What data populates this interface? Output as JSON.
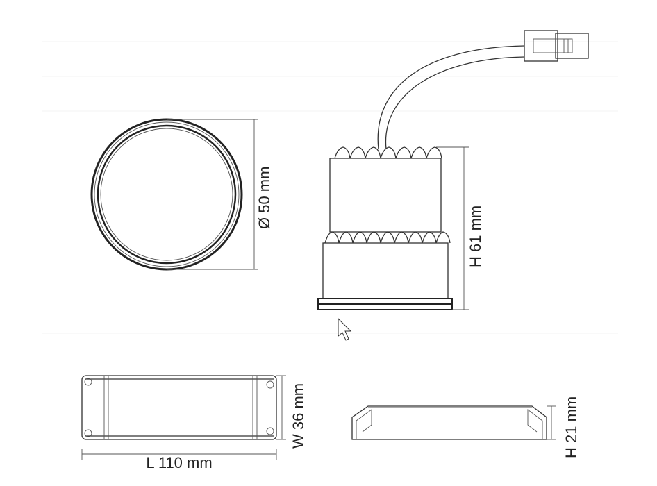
{
  "drawing": {
    "lamp_front_view": {
      "diameter_label": "Ø 50 mm"
    },
    "lamp_side_view": {
      "height_label": "H 61 mm"
    },
    "driver_top_view": {
      "width_label": "W 36 mm",
      "length_label": "L 110 mm"
    },
    "driver_side_view": {
      "height_label": "H 21 mm"
    }
  },
  "colors": {
    "line": "#333333",
    "background": "#ffffff"
  }
}
